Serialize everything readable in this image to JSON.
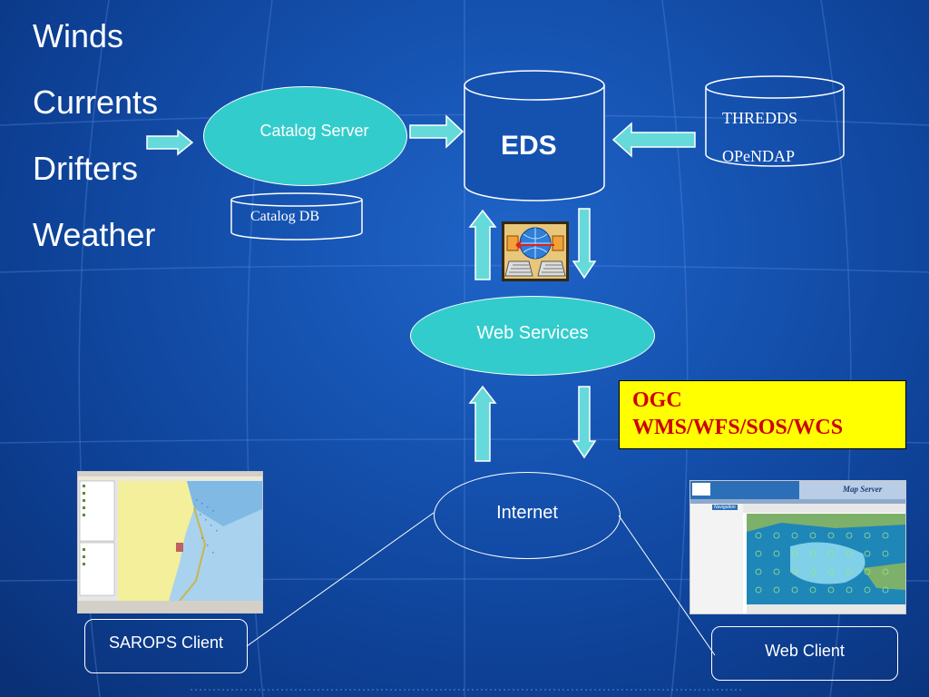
{
  "list_items": [
    "Winds",
    "Currents",
    "Drifters",
    "Weather"
  ],
  "nodes": {
    "catalog_server": "Catalog Server",
    "catalog_db": "Catalog DB",
    "eds": "EDS",
    "thredds": "THREDDS",
    "opendap": "OPeNDAP",
    "web_services": "Web Services",
    "internet": "Internet",
    "sarops_client": "SAROPS Client",
    "web_client": "Web Client"
  },
  "ogc_box": {
    "line1": "OGC",
    "line2": "WMS/WFS/SOS/WCS"
  },
  "web_client_screenshot": {
    "title": "Map Server",
    "nav_label": "Navigation"
  },
  "colors": {
    "background": "#1552b0",
    "teal": "#33cccc",
    "ogc_box": "#ffff00",
    "ogc_text": "#cc0000"
  },
  "icons": [
    "arrow-right-icon",
    "arrow-left-icon",
    "arrow-up-icon",
    "arrow-down-icon",
    "network-globe-icon"
  ]
}
